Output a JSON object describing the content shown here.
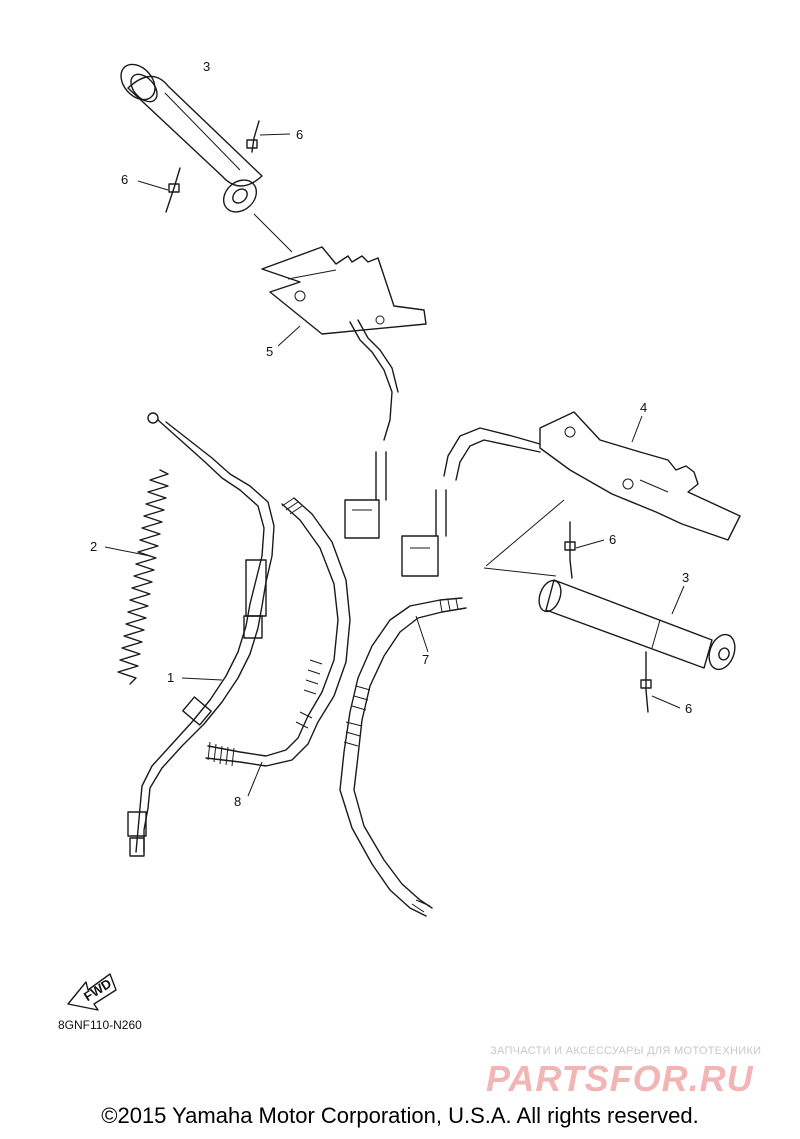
{
  "diagram": {
    "callouts": [
      {
        "id": "grip-right",
        "label": "3"
      },
      {
        "id": "screw-a",
        "label": "6"
      },
      {
        "id": "screw-b",
        "label": "6"
      },
      {
        "id": "heater-right",
        "label": "5"
      },
      {
        "id": "heater-left",
        "label": "4"
      },
      {
        "id": "spring",
        "label": "2"
      },
      {
        "id": "cable",
        "label": "1"
      },
      {
        "id": "screw-c",
        "label": "6"
      },
      {
        "id": "grip-left",
        "label": "3"
      },
      {
        "id": "screw-d",
        "label": "6"
      },
      {
        "id": "hose-7",
        "label": "7"
      },
      {
        "id": "hose-8",
        "label": "8"
      }
    ],
    "fwd_label": "FWD",
    "code": "8GNF110-N260"
  },
  "watermark": {
    "caption": "ЗАПЧАСТИ И АКСЕССУАРЫ ДЛЯ МОТОТЕХНИКИ",
    "logo": "PARTSFOR.RU"
  },
  "footer": {
    "copyright": "©2015 Yamaha Motor Corporation, U.S.A. All rights reserved."
  }
}
